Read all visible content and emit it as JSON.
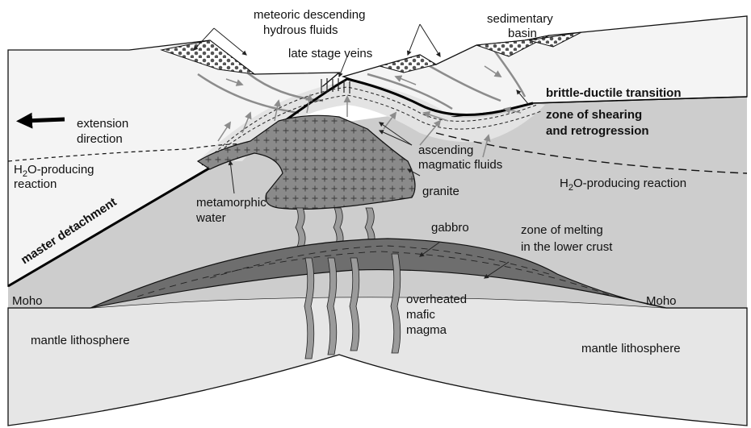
{
  "labels": {
    "meteoric": [
      "meteoric descending",
      "hydrous fluids"
    ],
    "late_veins": "late stage veins",
    "sed_basin": [
      "sedimentary",
      "basin"
    ],
    "brittle_ductile": "brittle-ductile transition",
    "shearing": [
      "zone of shearing",
      "and retrogression"
    ],
    "extension": [
      "extension",
      "direction"
    ],
    "h2o_left": {
      "pre": "H",
      "sub": "2",
      "post": "O-producing",
      "line2": "reaction"
    },
    "ascending": [
      "ascending",
      "magmatic fluids"
    ],
    "h2o_right": {
      "pre": "H",
      "sub": "2",
      "post": "O-producing reaction"
    },
    "granite": "granite",
    "master_detachment": "master detachment",
    "metamorphic_water": [
      "metamorphic",
      "water"
    ],
    "gabbro": "gabbro",
    "zone_melting": [
      "zone of melting",
      "in the lower crust"
    ],
    "moho_left": "Moho",
    "moho_right": "Moho",
    "overheated": [
      "overheated",
      "mafic",
      "magma"
    ],
    "mantle_left": "mantle lithosphere",
    "mantle_right": "mantle lithosphere"
  },
  "colors": {
    "upper_crust": "#f4f4f4",
    "shear_zone": "#e3e3e3",
    "lower_crust": "#cdcdcd",
    "mantle": "#e6e6e6",
    "granite": "#8a8a8a",
    "gabbro": "#6e6e6e",
    "magma_dikes": "#9b9b9b",
    "sediment": "#d8d8d8",
    "arrows_gray": "#8c8c8c",
    "outline": "#111111"
  },
  "icons": [
    "extension-arrow-icon",
    "fluid-arrow-icon",
    "granite-cross-pattern",
    "sediment-dot-pattern"
  ]
}
